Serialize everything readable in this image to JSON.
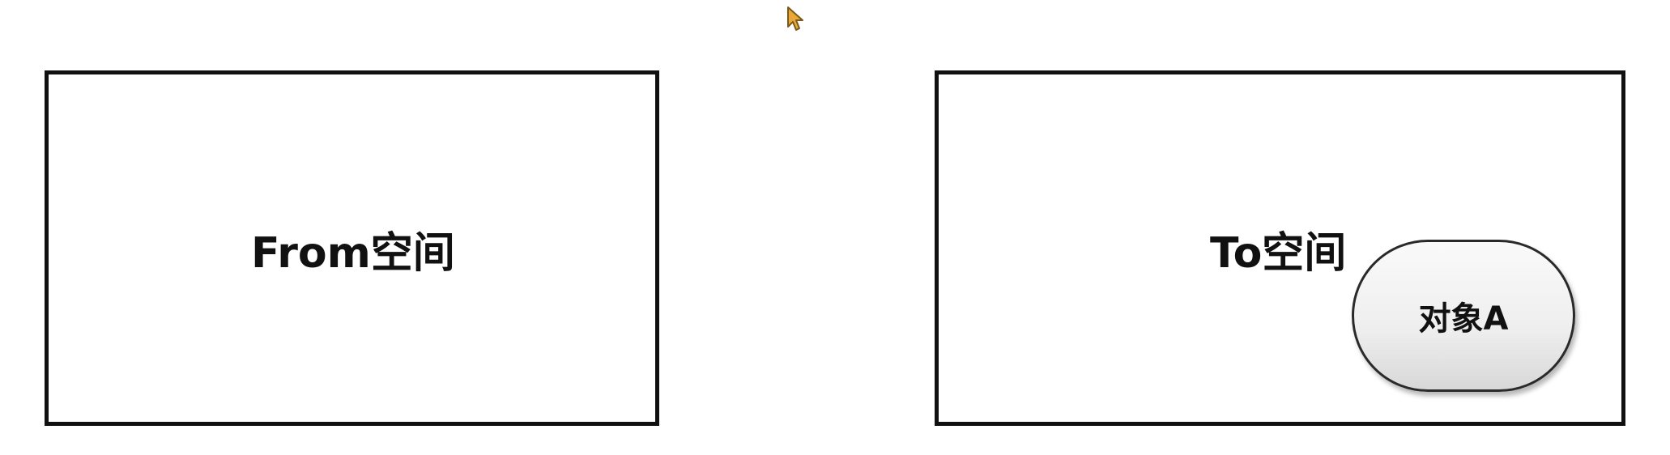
{
  "diagram": {
    "from_space": {
      "label": "From空间"
    },
    "to_space": {
      "label": "To空间",
      "object": {
        "label": "对象A"
      }
    }
  },
  "cursor": {
    "icon": "pointer-cursor-icon",
    "color": "#e8a83a"
  },
  "colors": {
    "border": "#111111",
    "background": "#ffffff",
    "object_fill": "#eeeeee"
  }
}
